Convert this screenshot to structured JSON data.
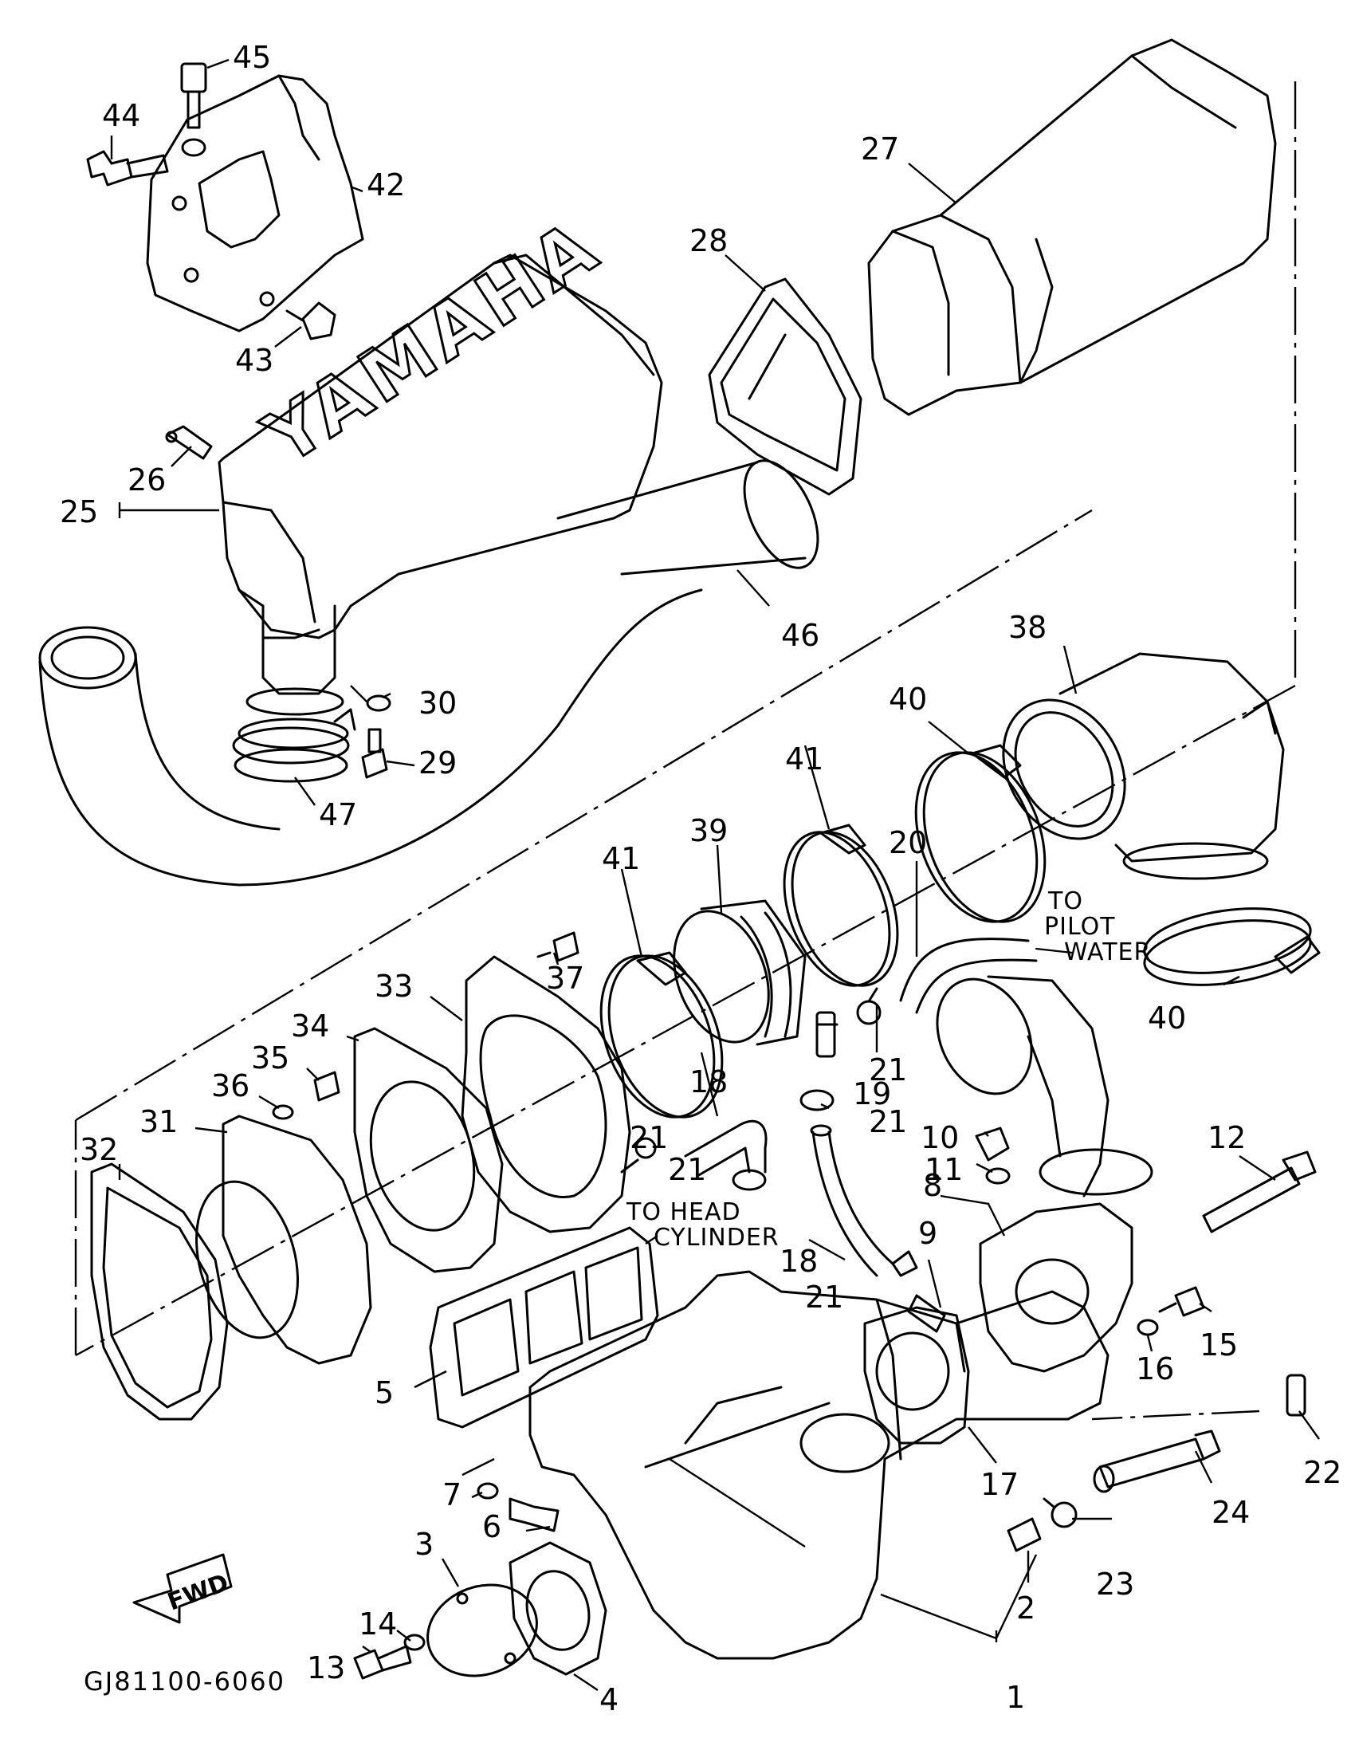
{
  "diagram": {
    "catalog_code": "GJ81100-6060",
    "brand_mark": "YAMAHA",
    "direction_arrow": "FWD",
    "notes": {
      "to_pilot_water": [
        "TO",
        "PILOT",
        "WATER"
      ],
      "to_head_cylinder": [
        "TO HEAD",
        "CYLINDER"
      ]
    },
    "callouts": {
      "c1": "1",
      "c2": "2",
      "c3": "3",
      "c4": "4",
      "c5": "5",
      "c6": "6",
      "c7": "7",
      "c8": "8",
      "c9": "9",
      "c10": "10",
      "c11": "11",
      "c12": "12",
      "c13": "13",
      "c14": "14",
      "c15": "15",
      "c16": "16",
      "c17": "17",
      "c18a": "18",
      "c18b": "18",
      "c19": "19",
      "c20": "20",
      "c21a": "21",
      "c21b": "21",
      "c21c": "21",
      "c21d": "21",
      "c21e": "21",
      "c22": "22",
      "c23": "23",
      "c24": "24",
      "c25": "25",
      "c26": "26",
      "c27": "27",
      "c28": "28",
      "c29": "29",
      "c30": "30",
      "c31": "31",
      "c32": "32",
      "c33": "33",
      "c34": "34",
      "c35": "35",
      "c36": "36",
      "c37": "37",
      "c38": "38",
      "c39": "39",
      "c40a": "40",
      "c40b": "40",
      "c41a": "41",
      "c41b": "41",
      "c42": "42",
      "c43": "43",
      "c44": "44",
      "c45": "45",
      "c46": "46",
      "c47": "47"
    }
  }
}
